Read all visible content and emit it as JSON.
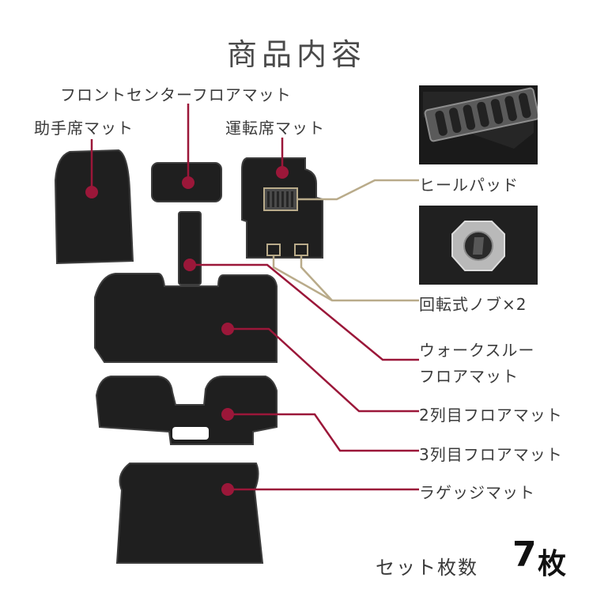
{
  "title": "商品内容",
  "labels": {
    "front_center": "フロントセンターフロアマット",
    "passenger": "助手席マット",
    "driver": "運転席マット",
    "heel_pad": "ヒールパッド",
    "knob": "回転式ノブ×2",
    "walkthrough_1": "ウォークスルー",
    "walkthrough_2": "フロアマット",
    "row2": "2列目フロアマット",
    "row3": "3列目フロアマット",
    "luggage": "ラゲッジマット"
  },
  "set_count": {
    "label": "セット枚数",
    "number": "7",
    "unit": "枚"
  },
  "colors": {
    "accent": "#9b1739",
    "connector": "#b9ab8a",
    "mat": "#1f1f1f",
    "text": "#3a3a3a"
  }
}
